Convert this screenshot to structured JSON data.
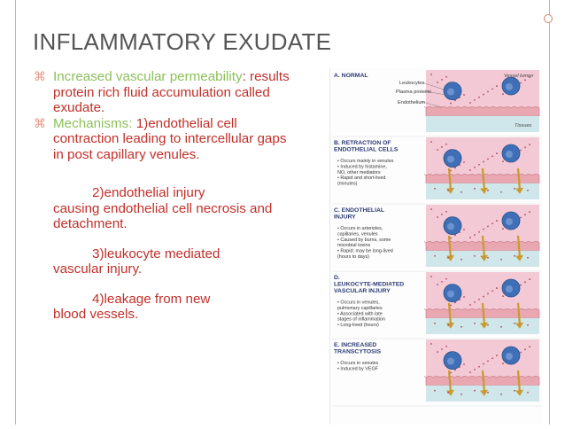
{
  "slide": {
    "title": "INFLAMMATORY EXUDATE",
    "bullets": [
      {
        "highlight": "Increased vascular permeability",
        "rest": ": results protein rich fluid accumulation called exudate."
      },
      {
        "highlight": "Mechanisms:",
        "rest": " 1)endothelial cell contraction leading to intercellular gaps in post capillary venules."
      }
    ],
    "sub_points": [
      {
        "num": "2)endothelial injury",
        "text": "causing endothelial cell necrosis and detachment."
      },
      {
        "num": "3)leukocyte mediated",
        "text": "vascular injury."
      },
      {
        "num": "4)leakage from new",
        "text": "blood vessels."
      }
    ]
  },
  "figure": {
    "labels": {
      "vessel_lumen": "Vessel lumen",
      "leukocytes": "Leukocytes",
      "plasma_proteins": "Plasma proteins",
      "endothelium": "Endothelium",
      "tissues": "Tissues"
    },
    "panels": [
      {
        "title": "A. NORMAL",
        "notes": []
      },
      {
        "title": "B. RETRACTION OF ENDOTHELIAL CELLS",
        "notes": [
          "• Occurs mainly in venules",
          "• Induced by histamine, NO, other mediators",
          "• Rapid and short-lived (minutes)"
        ]
      },
      {
        "title": "C. ENDOTHELIAL INJURY",
        "notes": [
          "• Occurs in arterioles, capillaries, venules",
          "• Caused by burns, some microbial toxins",
          "• Rapid; may be long-lived (hours to days)"
        ]
      },
      {
        "title": "D. LEUKOCYTE-MEDIATED VASCULAR INJURY",
        "notes": [
          "• Occurs in venules, pulmonary capillaries",
          "• Associated with late stages of inflammation",
          "• Long-lived (hours)"
        ]
      },
      {
        "title": "E. INCREASED TRANSCYTOSIS",
        "notes": [
          "• Occurs in venules",
          "• Induced by VEGF"
        ]
      }
    ],
    "colors": {
      "lumen": "#f3c9d6",
      "endothelium": "#e9a7b2",
      "tissue": "#cfe7ea",
      "leukocyte": "#3f6fb6",
      "protein": "#b04a5c",
      "arrow": "#c99a2c"
    }
  }
}
